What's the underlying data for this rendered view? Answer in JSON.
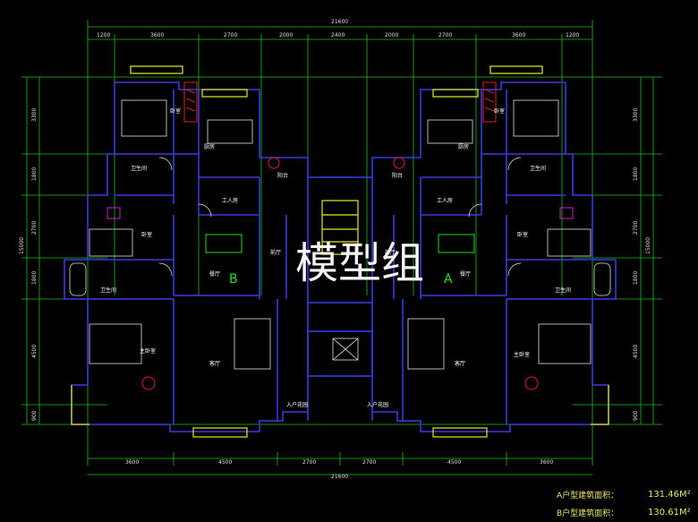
{
  "dimensions": {
    "top_total": "21600",
    "top_segments": [
      "1200",
      "3600",
      "2700",
      "2000",
      "2400",
      "2000",
      "2700",
      "3600",
      "1200"
    ],
    "bottom_segments": [
      "3600",
      "4500",
      "2700",
      "2700",
      "4500",
      "3600"
    ],
    "bottom_total": "21600",
    "left_total": "15000",
    "left_segments": [
      "3300",
      "1800",
      "2700",
      "1800",
      "4500",
      "900"
    ],
    "right_total": "15000",
    "right_segments": [
      "3300",
      "1800",
      "2700",
      "1800",
      "4500",
      "900"
    ]
  },
  "rooms": {
    "bedroom_left_top": "卧室",
    "bedroom_right_top": "卧室",
    "kitchen_left": "厨房",
    "kitchen_right": "厨房",
    "balcony_left": "阳台",
    "balcony_right": "阳台",
    "bath_left": "卫生间",
    "bath_right": "卫生间",
    "servant_left": "工人房",
    "servant_right": "工人房",
    "bedroom_left_mid": "卧室",
    "bedroom_right_mid": "卧室",
    "dining_left": "餐厅",
    "dining_right": "餐厅",
    "lift_left": "前厅",
    "lift_right": "前厅",
    "bath2_left": "卫生间",
    "bath2_right": "卫生间",
    "master_left": "主卧室",
    "master_right": "主卧室",
    "living_left": "客厅",
    "living_right": "客厅",
    "entry_left": "入户花园",
    "entry_right": "入户花园"
  },
  "unit_labels": {
    "left": "B",
    "right": "A"
  },
  "watermark": "模型组",
  "areas": [
    {
      "label": "A户型建筑面积：",
      "value": "131.46M²"
    },
    {
      "label": "B户型建筑面积：",
      "value": "130.61M²"
    }
  ]
}
